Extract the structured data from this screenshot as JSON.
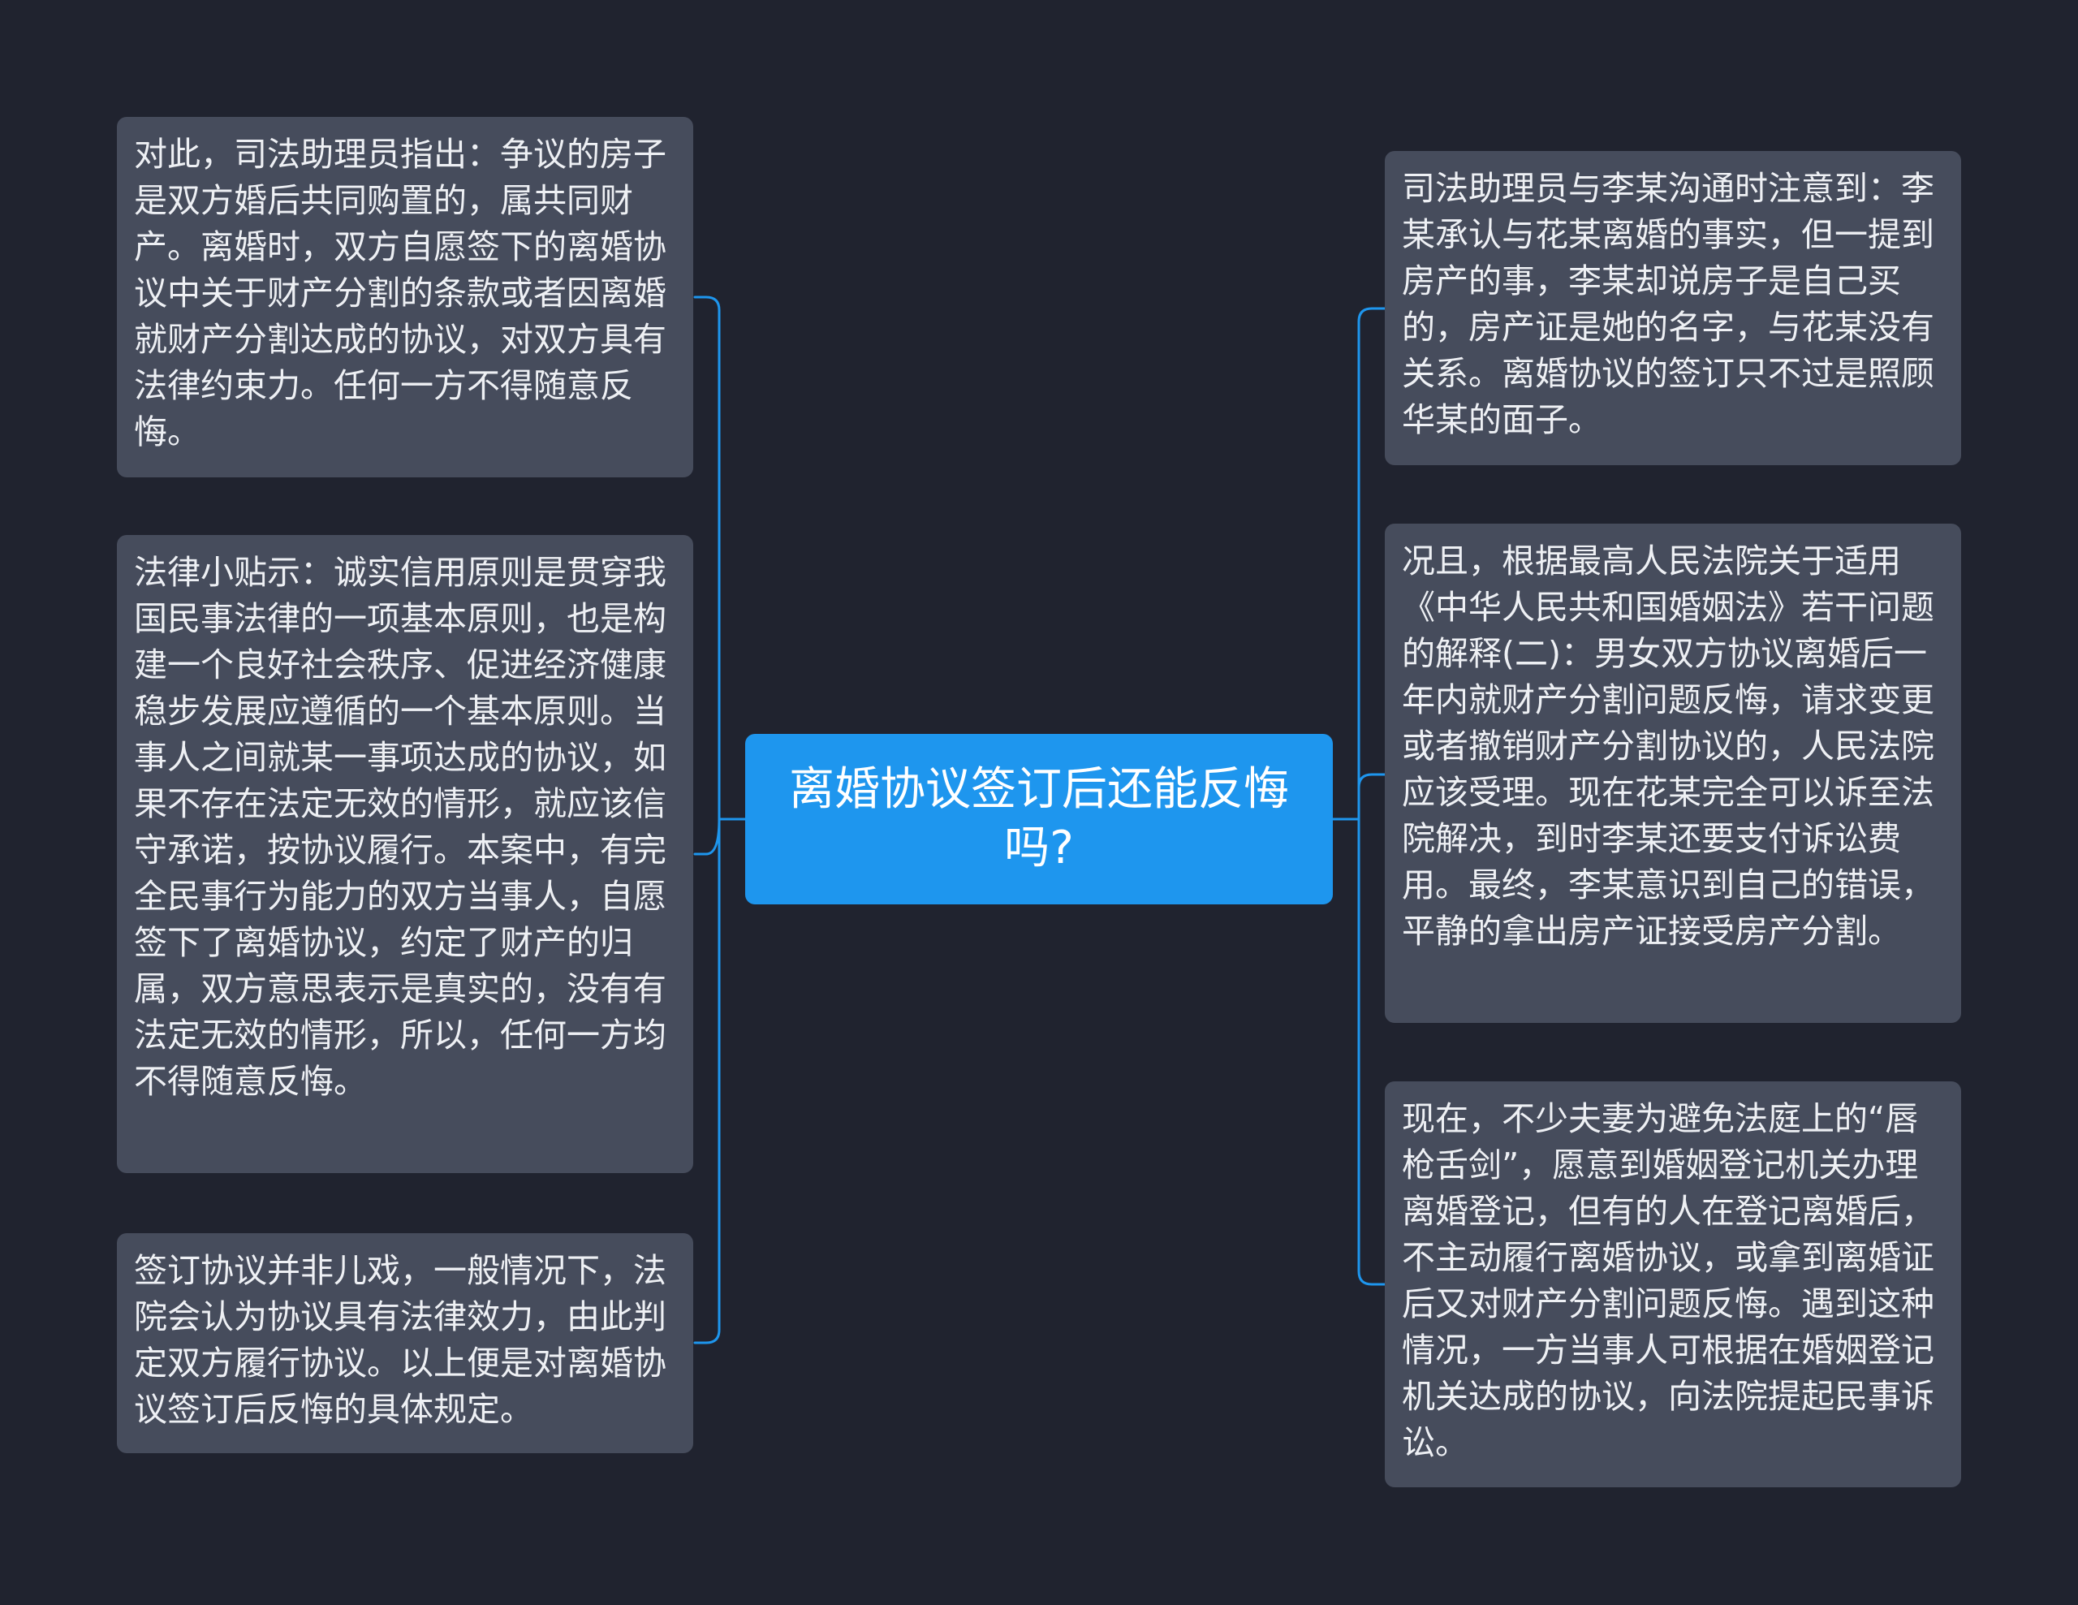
{
  "center": {
    "text": "离婚协议签订后还能反悔吗?"
  },
  "left_nodes": [
    {
      "text": "对此，司法助理员指出：争议的房子是双方婚后共同购置的，属共同财产。离婚时，双方自愿签下的离婚协议中关于财产分割的条款或者因离婚就财产分割达成的协议，对双方具有法律约束力。任何一方不得随意反悔。"
    },
    {
      "text": "法律小贴示：诚实信用原则是贯穿我国民事法律的一项基本原则，也是构建一个良好社会秩序、促进经济健康稳步发展应遵循的一个基本原则。当事人之间就某一事项达成的协议，如果不存在法定无效的情形，就应该信守承诺，按协议履行。本案中，有完全民事行为能力的双方当事人，自愿签下了离婚协议，约定了财产的归属，双方意思表示是真实的，没有有法定无效的情形，所以，任何一方均不得随意反悔。"
    },
    {
      "text": "签订协议并非儿戏，一般情况下，法院会认为协议具有法律效力，由此判定双方履行协议。以上便是对离婚协议签订后反悔的具体规定。"
    }
  ],
  "right_nodes": [
    {
      "text": "司法助理员与李某沟通时注意到：李某承认与花某离婚的事实，但一提到房产的事，李某却说房子是自己买的，房产证是她的名字，与花某没有关系。离婚协议的签订只不过是照顾华某的面子。"
    },
    {
      "text": "况且，根据最高人民法院关于适用《中华人民共和国婚姻法》若干问题的解释(二)：男女双方协议离婚后一年内就财产分割问题反悔，请求变更或者撤销财产分割协议的，人民法院应该受理。现在花某完全可以诉至法院解决，到时李某还要支付诉讼费用。最终，李某意识到自己的错误，平静的拿出房产证接受房产分割。"
    },
    {
      "text": "现在，不少夫妻为避免法庭上的“唇枪舌剑”，愿意到婚姻登记机关办理离婚登记，但有的人在登记离婚后，不主动履行离婚协议，或拿到离婚证后又对财产分割问题反悔。遇到这种情况，一方当事人可根据在婚姻登记机关达成的协议，向法院提起民事诉讼。"
    }
  ],
  "colors": {
    "background": "#20232f",
    "node": "#464c5c",
    "center": "#1e96ee",
    "connector": "#1e96ee"
  }
}
